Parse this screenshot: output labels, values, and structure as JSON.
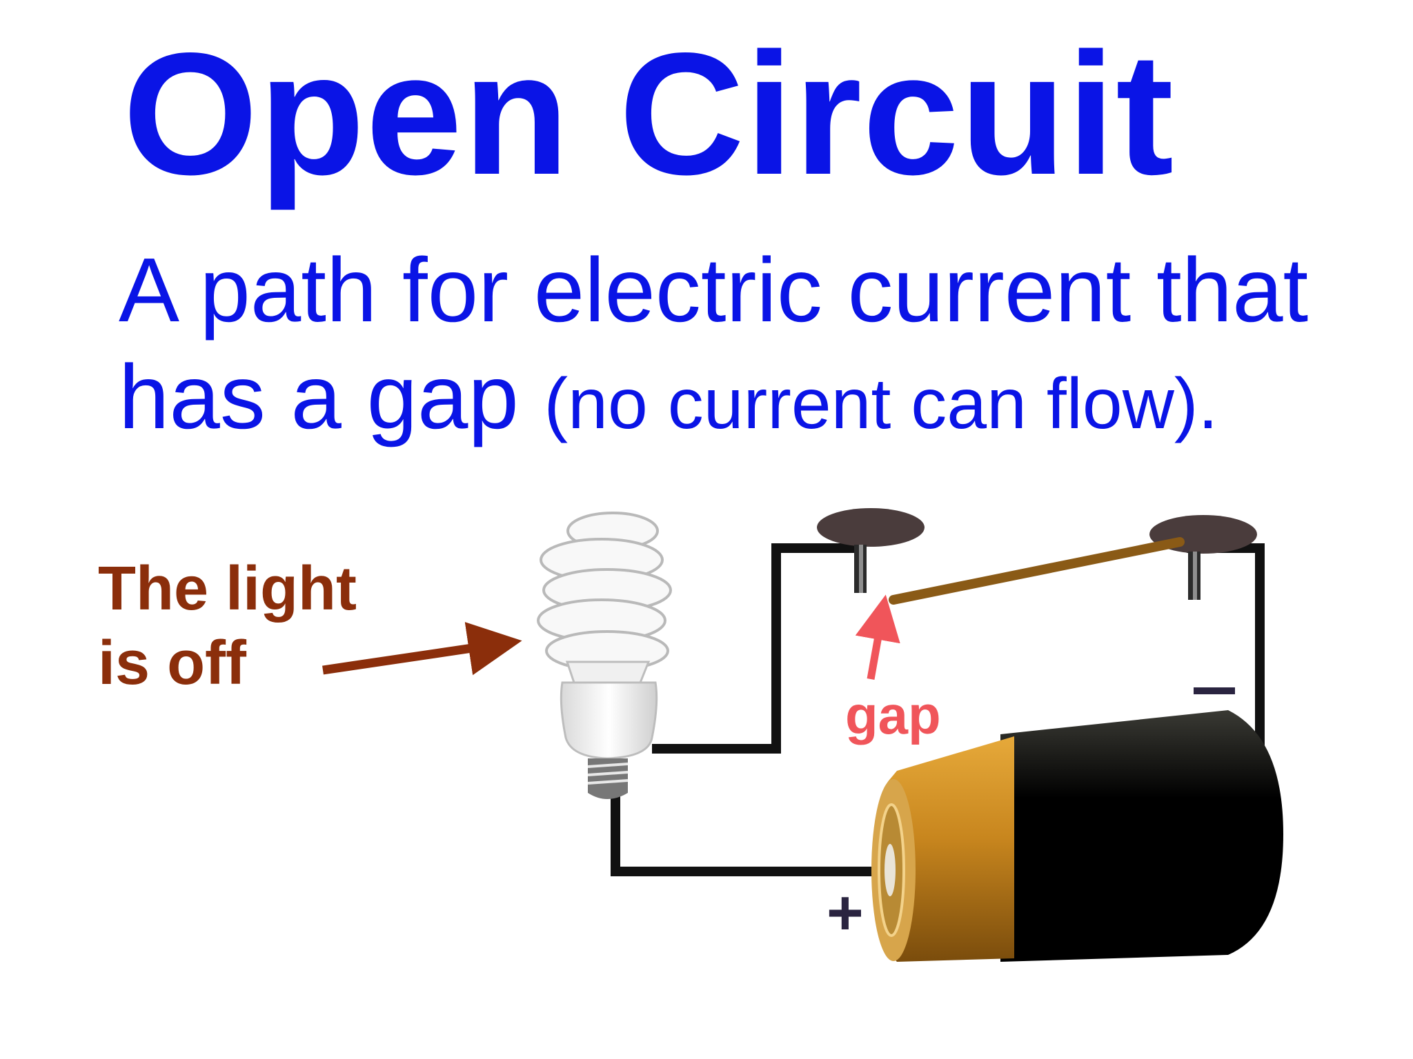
{
  "title": "Open Circuit",
  "definition": {
    "line1": "A path for electric current that",
    "line2_main": "has a gap",
    "line2_note": "(no current can flow)."
  },
  "labels": {
    "light_line1": "The light",
    "light_line2": "is off",
    "gap": "gap",
    "plus": "+"
  },
  "colors": {
    "title": "#0a14e6",
    "light_label": "#8b2e0b",
    "gap_label": "#f0555a",
    "wire": "#111111",
    "switch_lever": "#8a5a16",
    "battery_body": "#000000",
    "battery_cap": "#c8861e"
  },
  "icons": [
    "light-bulb-icon",
    "battery-icon",
    "switch-icon",
    "arrow-icon"
  ]
}
